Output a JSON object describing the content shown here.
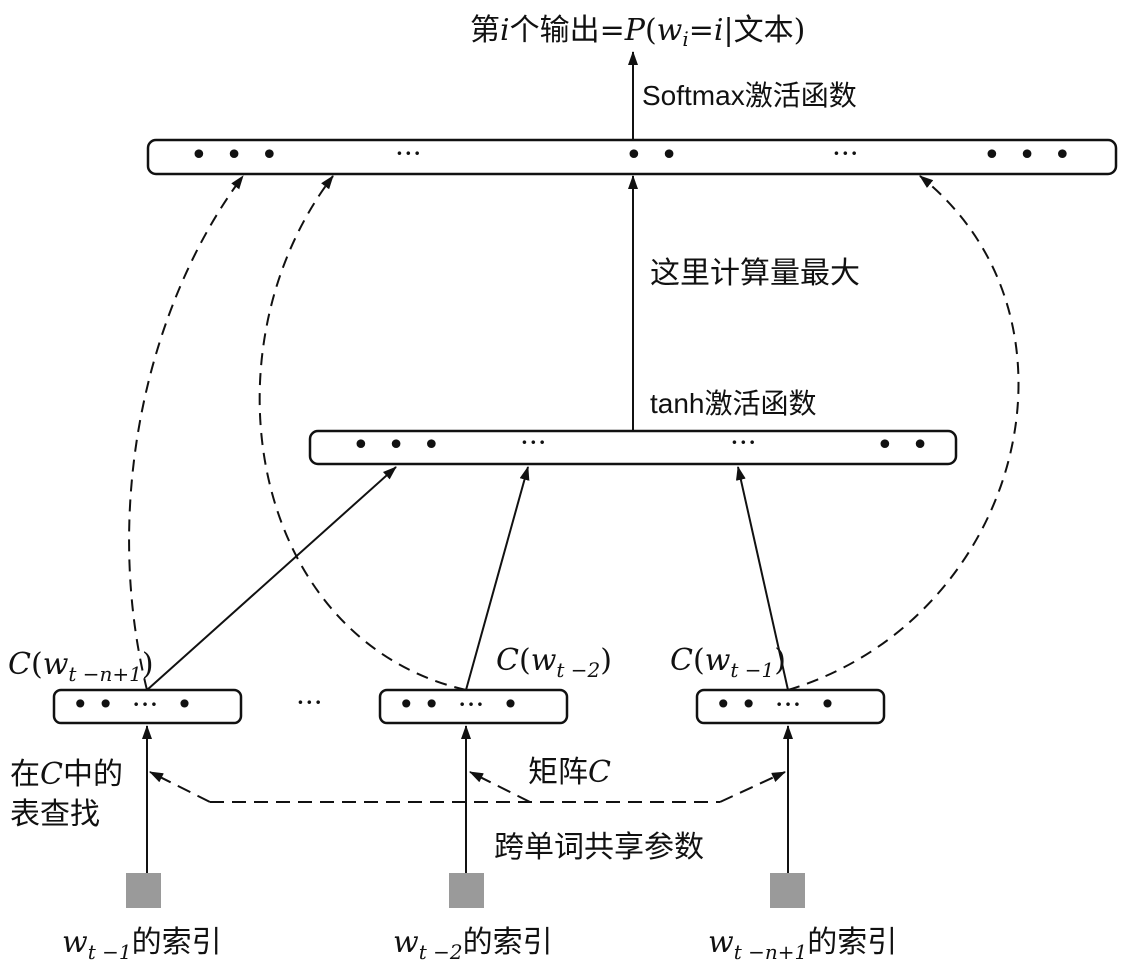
{
  "diagram": {
    "top_label": {
      "prefix": "第",
      "i": "i",
      "mid": "个输出=",
      "P": "P",
      "open": "(",
      "w": "w",
      "sub": "i",
      "eq": "=",
      "i2": "i",
      "bar": "|",
      "text": "文本",
      "close": ")"
    },
    "softmax_label": {
      "latin": "Softmax",
      "cjk": "激活函数"
    },
    "compute_label": "这里计算量最大",
    "tanh_label": {
      "latin": "tanh",
      "cjk": "激活函数"
    },
    "output_layer": {
      "dots_left": "• • •",
      "ellipsis1": "···",
      "dots_mid": "• •",
      "ellipsis2": "···",
      "dots_right": "• • •"
    },
    "hidden_layer": {
      "dots_left": "• • •",
      "ellipsis1": "···",
      "ellipsis2": "···",
      "dots_right": "• •"
    },
    "embeddings": [
      {
        "C": "C",
        "open": "(",
        "w": "w",
        "sub": "t −n+1",
        "close": ")",
        "cells": "• •  ···  •"
      },
      {
        "C": "C",
        "open": "(",
        "w": "w",
        "sub": "t −2",
        "close": ")",
        "cells": "• •  ···  •"
      },
      {
        "C": "C",
        "open": "(",
        "w": "w",
        "sub": "t −1",
        "close": ")",
        "cells": "• •  ···  •"
      }
    ],
    "between_ellipsis": "···",
    "lookup_label": {
      "line1_a": "在",
      "line1_C": "C",
      "line1_b": "中的",
      "line2": "表查找"
    },
    "matrix_label": {
      "cjk": "矩阵",
      "C": "C"
    },
    "shared_label": "跨单词共享参数",
    "indices": [
      {
        "w": "w",
        "sub": "t −1",
        "suffix": "的索引"
      },
      {
        "w": "w",
        "sub": "t −2",
        "suffix": "的索引"
      },
      {
        "w": "w",
        "sub": "t −n+1",
        "suffix": "的索引"
      }
    ],
    "colors": {
      "ink": "#111111",
      "index_box": "#9a9a9a"
    }
  }
}
